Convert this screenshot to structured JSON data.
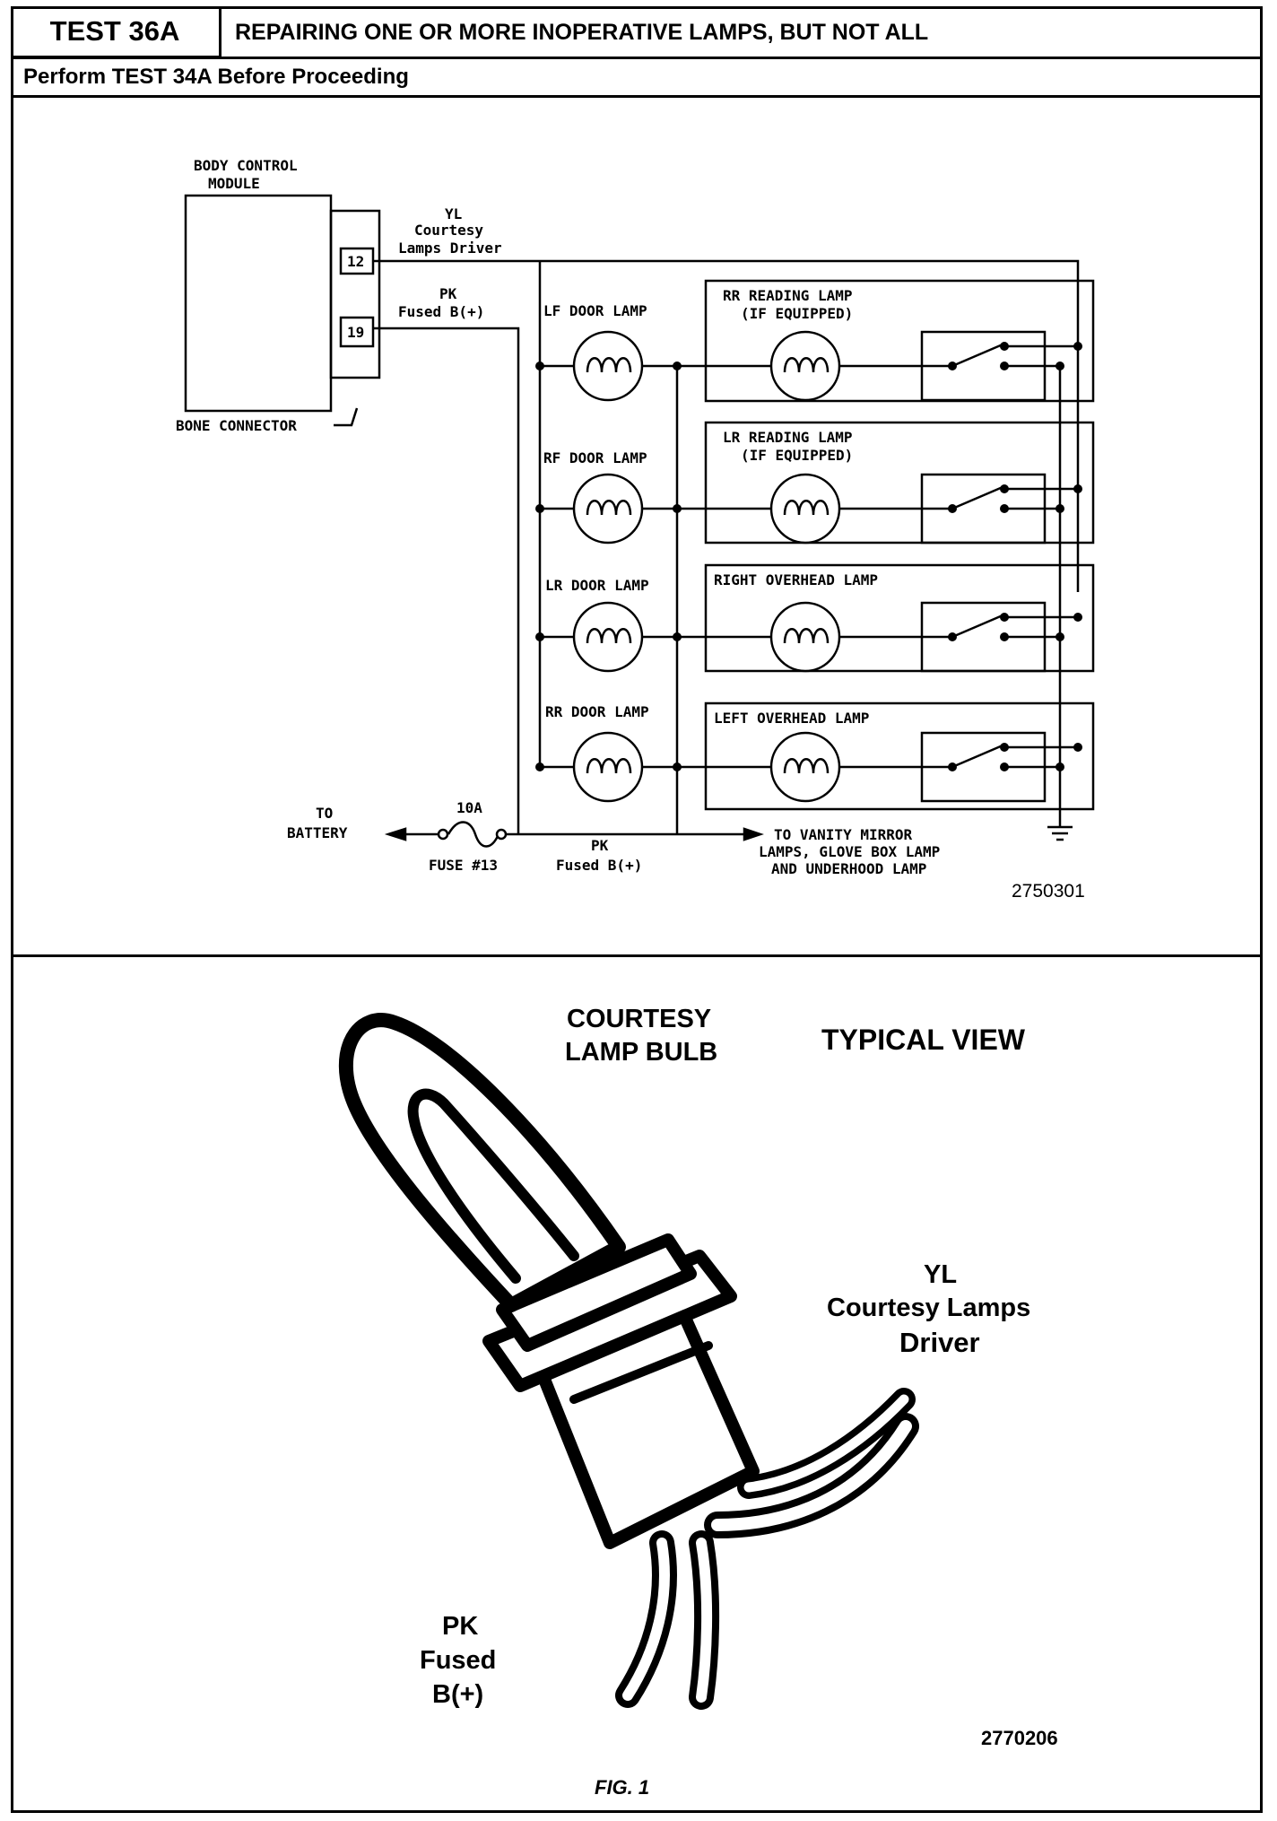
{
  "header": {
    "test_label": "TEST 36A",
    "title": "REPAIRING ONE OR MORE INOPERATIVE LAMPS, BUT NOT ALL",
    "subtitle": "Perform TEST 34A Before Proceeding"
  },
  "schematic": {
    "bcm_label_1": "BODY CONTROL",
    "bcm_label_2": "MODULE",
    "connector_label": "BONE CONNECTOR",
    "pin_a": "12",
    "pin_b": "19",
    "wire_yl_1": "YL",
    "wire_yl_2": "Courtesy",
    "wire_yl_3": "Lamps Driver",
    "wire_pk_1": "PK",
    "wire_pk_2": "Fused B(+)",
    "door_lamps": [
      "LF DOOR LAMP",
      "RF DOOR LAMP",
      "LR DOOR LAMP",
      "RR DOOR LAMP"
    ],
    "reading_lamps": [
      {
        "line1": "RR READING LAMP",
        "line2": "(IF EQUIPPED)"
      },
      {
        "line1": "LR READING LAMP",
        "line2": "(IF EQUIPPED)"
      },
      {
        "line1": "RIGHT OVERHEAD LAMP",
        "line2": ""
      },
      {
        "line1": "LEFT OVERHEAD LAMP",
        "line2": ""
      }
    ],
    "battery_1": "TO",
    "battery_2": "BATTERY",
    "fuse_rating": "10A",
    "fuse_name": "FUSE #13",
    "bottom_pk_1": "PK",
    "bottom_pk_2": "Fused B(+)",
    "vanity_1": "TO VANITY MIRROR",
    "vanity_2": "LAMPS, GLOVE BOX LAMP",
    "vanity_3": "AND UNDERHOOD LAMP",
    "ref_number": "2750301"
  },
  "figure": {
    "bulb_label_1": "COURTESY",
    "bulb_label_2": "LAMP BULB",
    "view_label": "TYPICAL VIEW",
    "yl_1": "YL",
    "yl_2": "Courtesy Lamps",
    "yl_3": "Driver",
    "pk_1": "PK",
    "pk_2": "Fused",
    "pk_3": "B(+)",
    "ref_number": "2770206",
    "caption": "FIG. 1"
  }
}
